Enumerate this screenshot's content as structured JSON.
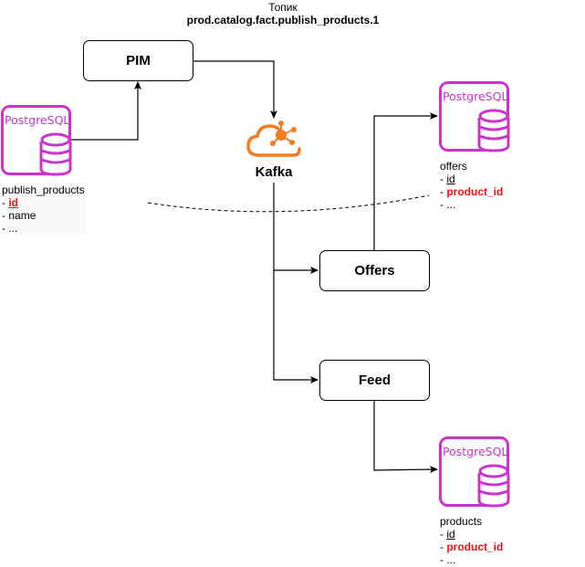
{
  "topic": {
    "label": "Топик",
    "name": "prod.catalog.fact.publish_products.1"
  },
  "nodes": {
    "pim": "PIM",
    "kafka": "Kafka",
    "offers": "Offers",
    "feed": "Feed"
  },
  "databases": {
    "source": {
      "icon_text": "PostgreSQL",
      "table": "publish_products",
      "fields": [
        {
          "prefix": "- ",
          "name": "id",
          "style": "red-underline"
        },
        {
          "prefix": "- ",
          "name": "name",
          "style": "plain"
        },
        {
          "prefix": "- ",
          "name": "...",
          "style": "plain"
        }
      ]
    },
    "offers_db": {
      "icon_text": "PostgreSQL",
      "table": "offers",
      "fields": [
        {
          "prefix": "- ",
          "name": "id",
          "style": "underline"
        },
        {
          "prefix": "- ",
          "name": "product_id",
          "style": "red"
        },
        {
          "prefix": "- ",
          "name": "...",
          "style": "plain"
        }
      ]
    },
    "products_db": {
      "icon_text": "PostgreSQL",
      "table": "products",
      "fields": [
        {
          "prefix": "- ",
          "name": "id",
          "style": "underline"
        },
        {
          "prefix": "- ",
          "name": "product_id",
          "style": "red"
        },
        {
          "prefix": "- ",
          "name": "...",
          "style": "plain"
        }
      ]
    }
  },
  "colors": {
    "postgres": "#cc33cc",
    "kafka": "#f47b20",
    "highlight": "#ee1111",
    "line": "#000000"
  }
}
